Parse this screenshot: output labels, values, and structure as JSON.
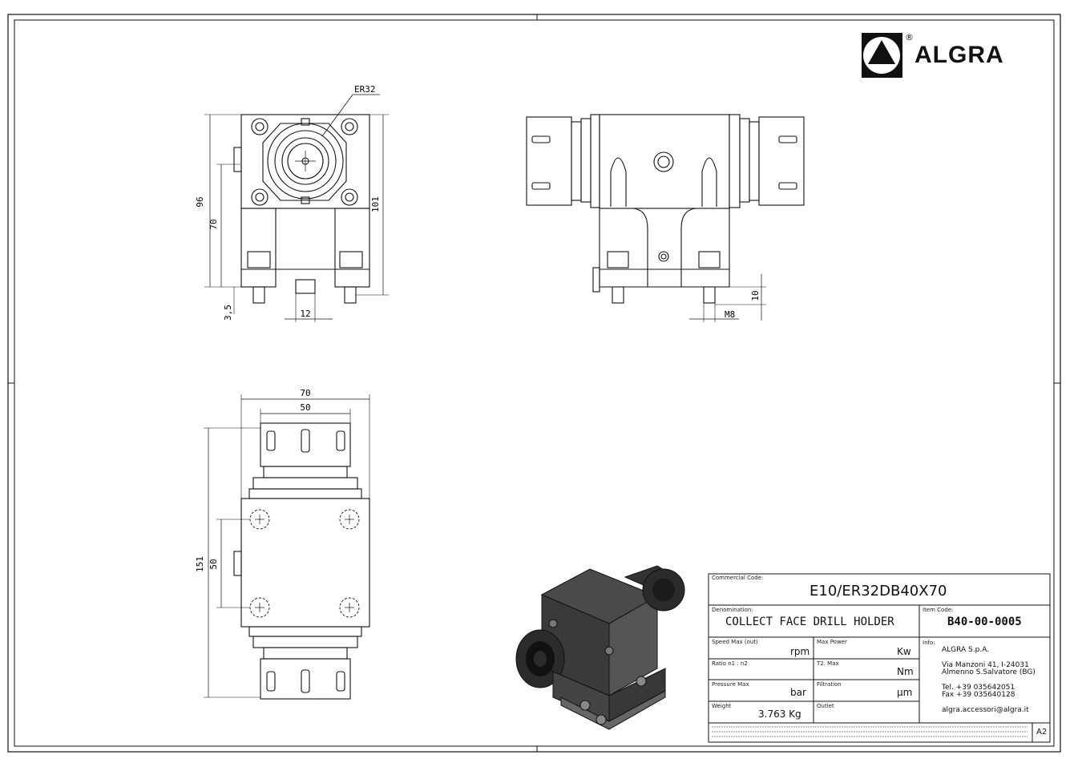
{
  "brand": {
    "name": "ALGRA",
    "registered": "®"
  },
  "dimensions": {
    "front": {
      "er": "ER32",
      "d96": "96",
      "d70": "70",
      "d101": "101",
      "d3_5": "3,5",
      "d12": "12"
    },
    "side": {
      "d10": "10",
      "m8": "M8"
    },
    "top": {
      "d70": "70",
      "d50w": "50",
      "d151": "151",
      "d50h": "50"
    }
  },
  "title_block": {
    "commercial_code_label": "Commercial Code:",
    "commercial_code": "E10/ER32DB40X70",
    "denomination_label": "Denomination:",
    "denomination": "COLLECT FACE DRILL HOLDER",
    "item_code_label": "Item Code:",
    "item_code": "B40-00-0005",
    "speed_label": "Speed Max (out)",
    "speed_unit": "rpm",
    "power_label": "Max Power",
    "power_unit": "Kw",
    "ratio_label": "Ratio n1 : n2",
    "torque_label": "T2. Max",
    "torque_unit": "Nm",
    "pressure_label": "Pressure Max",
    "pressure_unit": "bar",
    "filtration_label": "Filtration",
    "filtration_unit": "µm",
    "weight_label": "Weight",
    "weight": "3.763 Kg",
    "outlet_label": "Outlet",
    "info_label": "Info:",
    "company": "ALGRA S.p.A.",
    "address1": "Via Manzoni 41, I-24031",
    "address2": "Almenno S.Salvatore (BG)",
    "tel": "Tel. +39 035642051",
    "fax": "Fax +39 035640128",
    "email": "algra.accessori@algra.it",
    "sheet_size": "A2"
  },
  "colors": {
    "line": "#111111",
    "shade": "#3a3a3a",
    "render_dark": "#2b2b2b"
  }
}
